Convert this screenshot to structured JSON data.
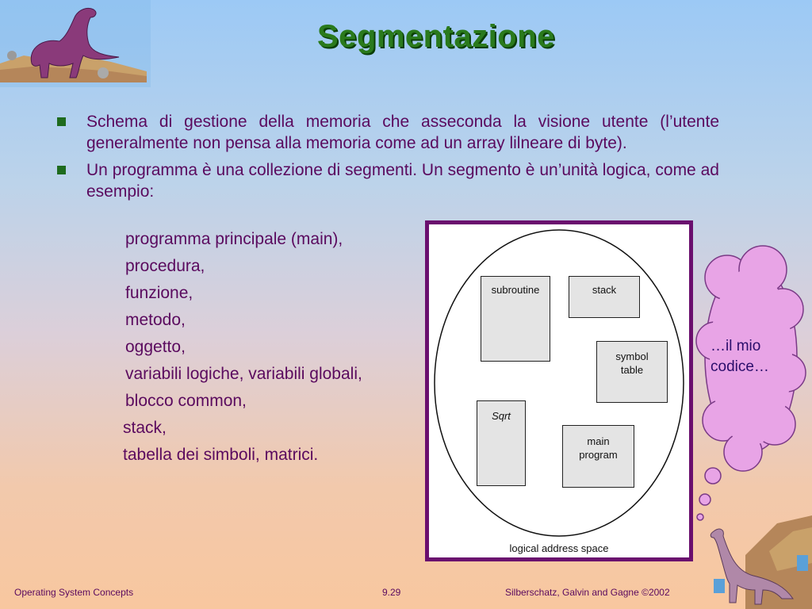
{
  "slide": {
    "title": "Segmentazione",
    "bullets": [
      "Schema di gestione della memoria che asseconda la visione utente (l’utente generalmente non pensa alla memoria come ad un array lilneare di byte).",
      "Un programma è una collezione di segmenti. Un segmento è un’unità logica, come ad esempio:"
    ],
    "sub_items": [
      "programma principale (main),",
      "procedura,",
      "funzione,",
      "metodo,",
      "oggetto,",
      "variabili logiche, variabili globali,",
      "blocco common,",
      "stack,",
      "tabella dei simboli, matrici."
    ]
  },
  "figure": {
    "segments": [
      "subroutine",
      "stack",
      "symbol table",
      "Sqrt",
      "main program"
    ],
    "caption": "logical address space"
  },
  "cloud": {
    "text": "…il mio codice…"
  },
  "footer": {
    "left": "Operating System Concepts",
    "center": "9.29",
    "right": "Silberschatz, Galvin and  Gagne ©2002"
  },
  "colors": {
    "title": "#2a7a1c",
    "text": "#5a0a5e",
    "bullet": "#1e6b1e",
    "frame": "#6a0f6e",
    "cloud": "#e8a4e6"
  }
}
